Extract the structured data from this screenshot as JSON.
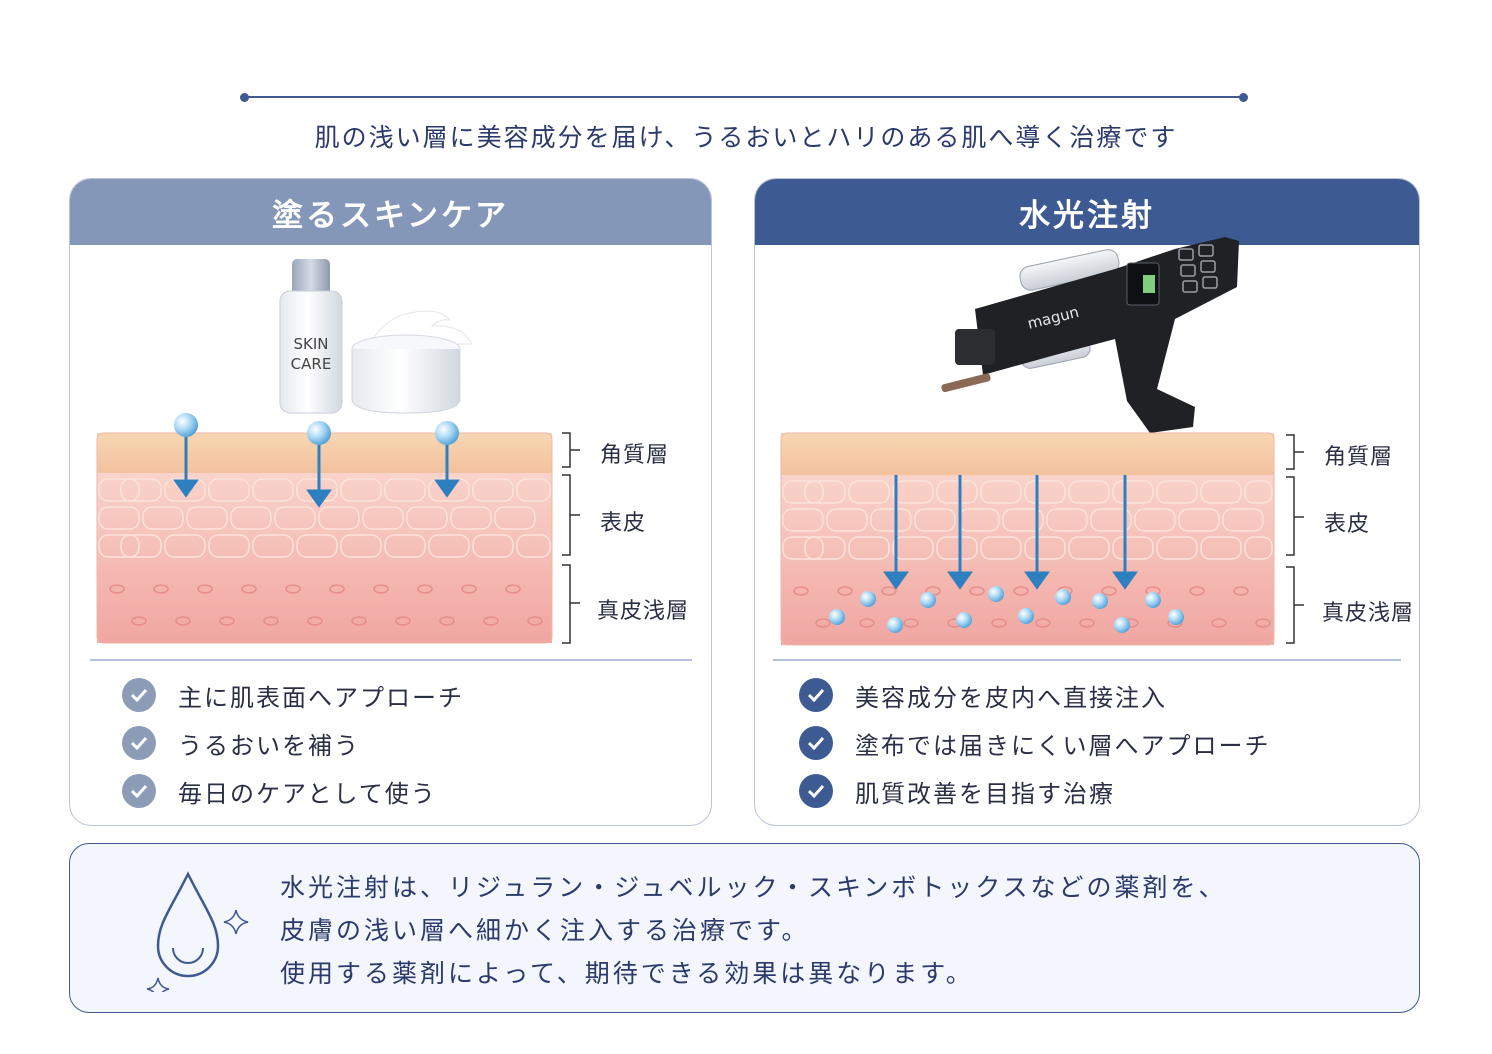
{
  "subtitle": "肌の浅い層に美容成分を届け、うるおいとハリのある肌へ導く治療です",
  "left_panel": {
    "title": "塗るスキンケア",
    "bottle_label_line1": "SKIN",
    "bottle_label_line2": "CARE",
    "layers": [
      "角質層",
      "表皮",
      "真皮浅層"
    ],
    "points": [
      "主に肌表面へアプローチ",
      "うるおいを補う",
      "毎日のケアとして使う"
    ]
  },
  "right_panel": {
    "title": "水光注射",
    "device_brand": "magun",
    "layers": [
      "角質層",
      "表皮",
      "真皮浅層"
    ],
    "points": [
      "美容成分を皮内へ直接注入",
      "塗布では届きにくい層へアプローチ",
      "肌質改善を目指す治療"
    ]
  },
  "note": {
    "lines": [
      "水光注射は、リジュラン・ジュベルック・スキンボトックスなどの薬剤を、",
      "皮膚の浅い層へ細かく注入する治療です。",
      "使用する薬剤によって、期待できる効果は異なります。"
    ]
  },
  "colors": {
    "navy": "#3e5a92",
    "slate_blue": "#8497b8",
    "skin_surface": "#f6cfa8",
    "skin_epidermis": "#f7c4bd",
    "skin_dermis": "#f2aaa6",
    "arrow_blue": "#2e7fc0"
  },
  "icons": [
    "check-icon",
    "water-drop-icon",
    "sparkle-icon"
  ]
}
